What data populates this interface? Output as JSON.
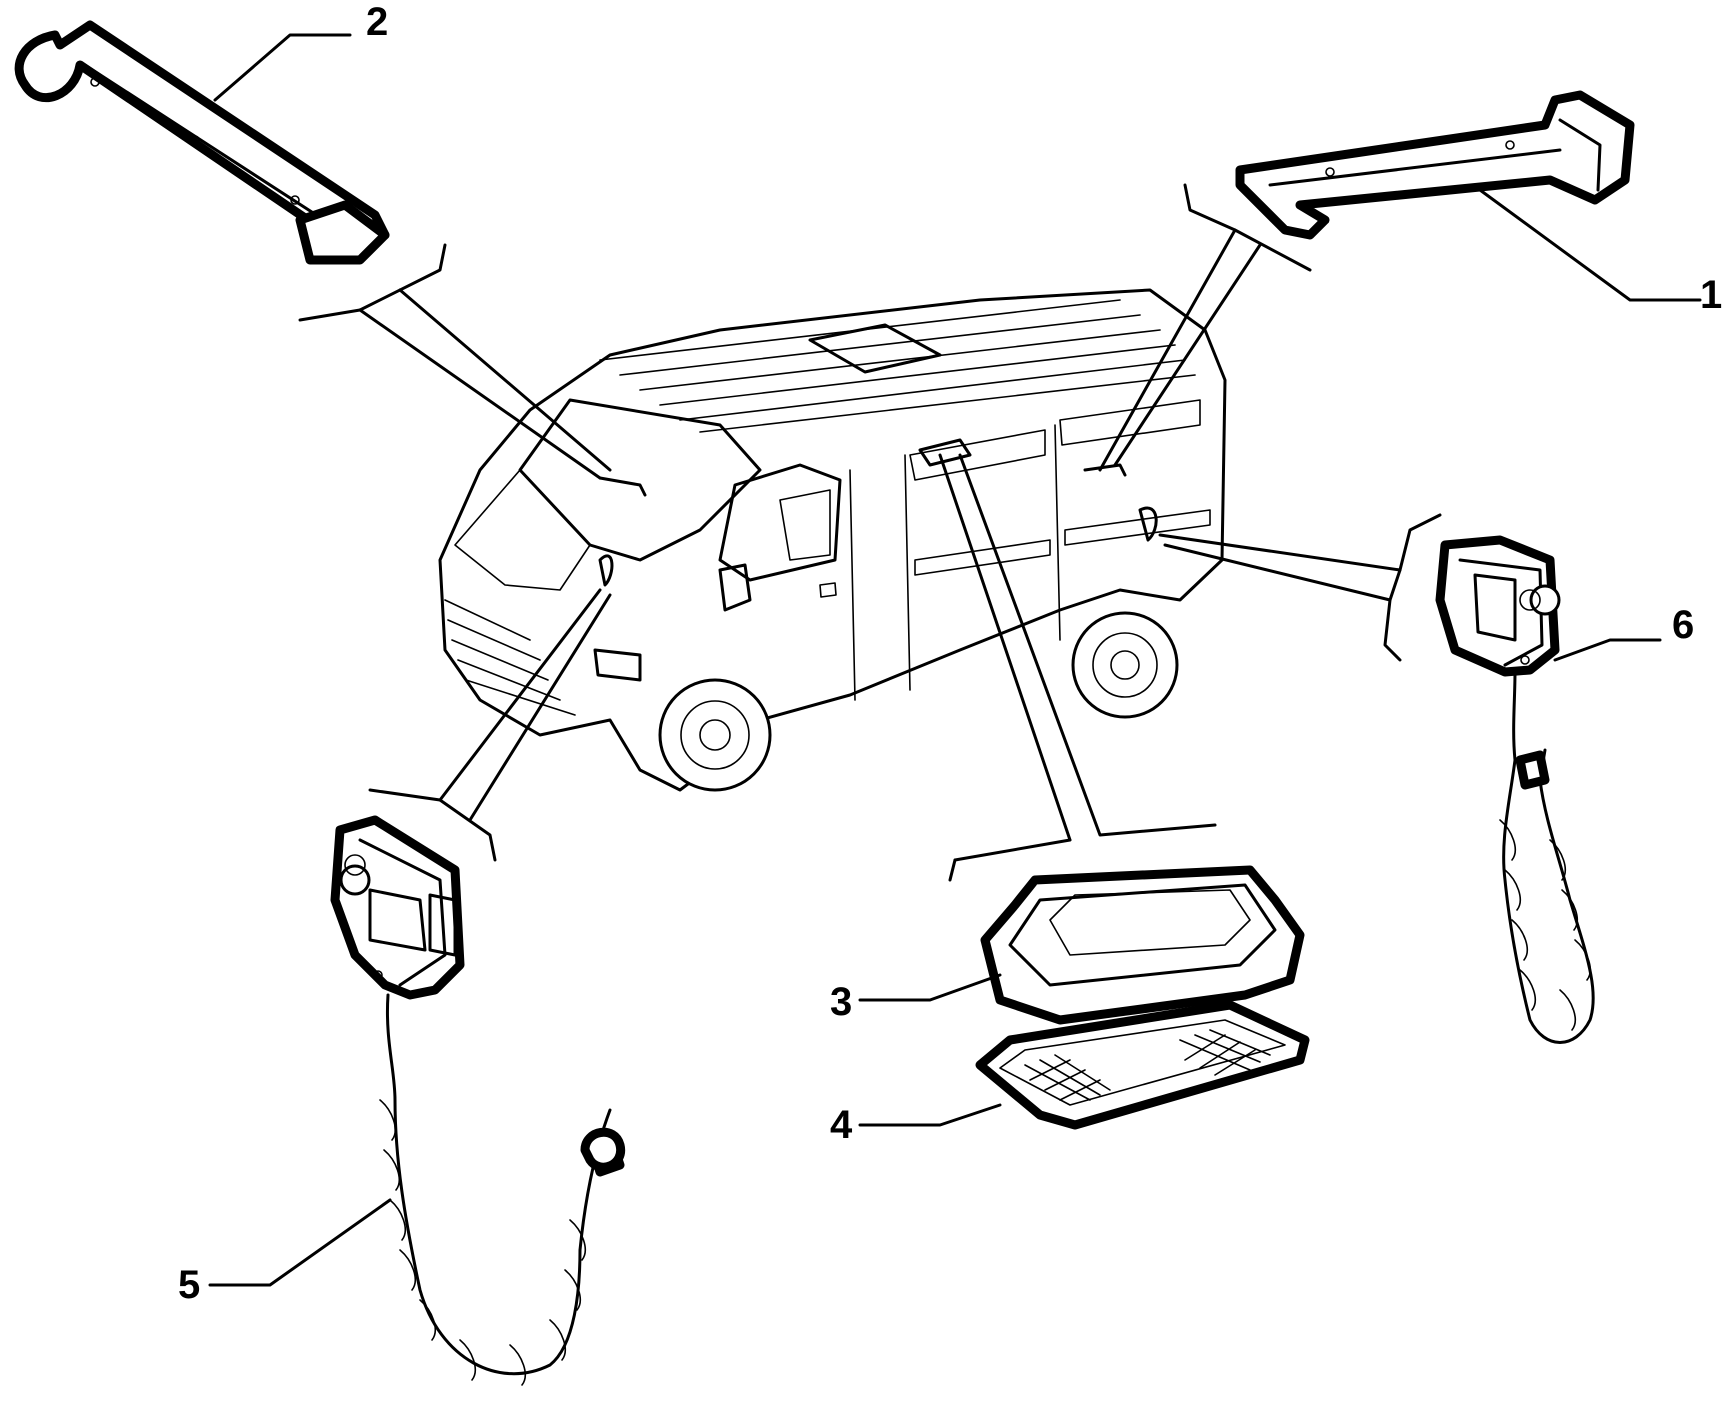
{
  "callouts": [
    {
      "id": "1",
      "label": "1"
    },
    {
      "id": "2",
      "label": "2"
    },
    {
      "id": "3",
      "label": "3"
    },
    {
      "id": "4",
      "label": "4"
    },
    {
      "id": "5",
      "label": "5"
    },
    {
      "id": "6",
      "label": "6"
    }
  ],
  "icons": {
    "vehicle": "van-illustration",
    "bracket-right": "hanger-bracket-icon",
    "bracket-left": "hanger-bracket-icon",
    "lamp-housing": "lamp-housing-icon",
    "lamp-lens": "lamp-lens-icon",
    "handset-left": "handheld-microphone-icon",
    "handset-right": "handheld-microphone-icon"
  },
  "colors": {
    "ink": "#000000",
    "paper": "#ffffff"
  }
}
